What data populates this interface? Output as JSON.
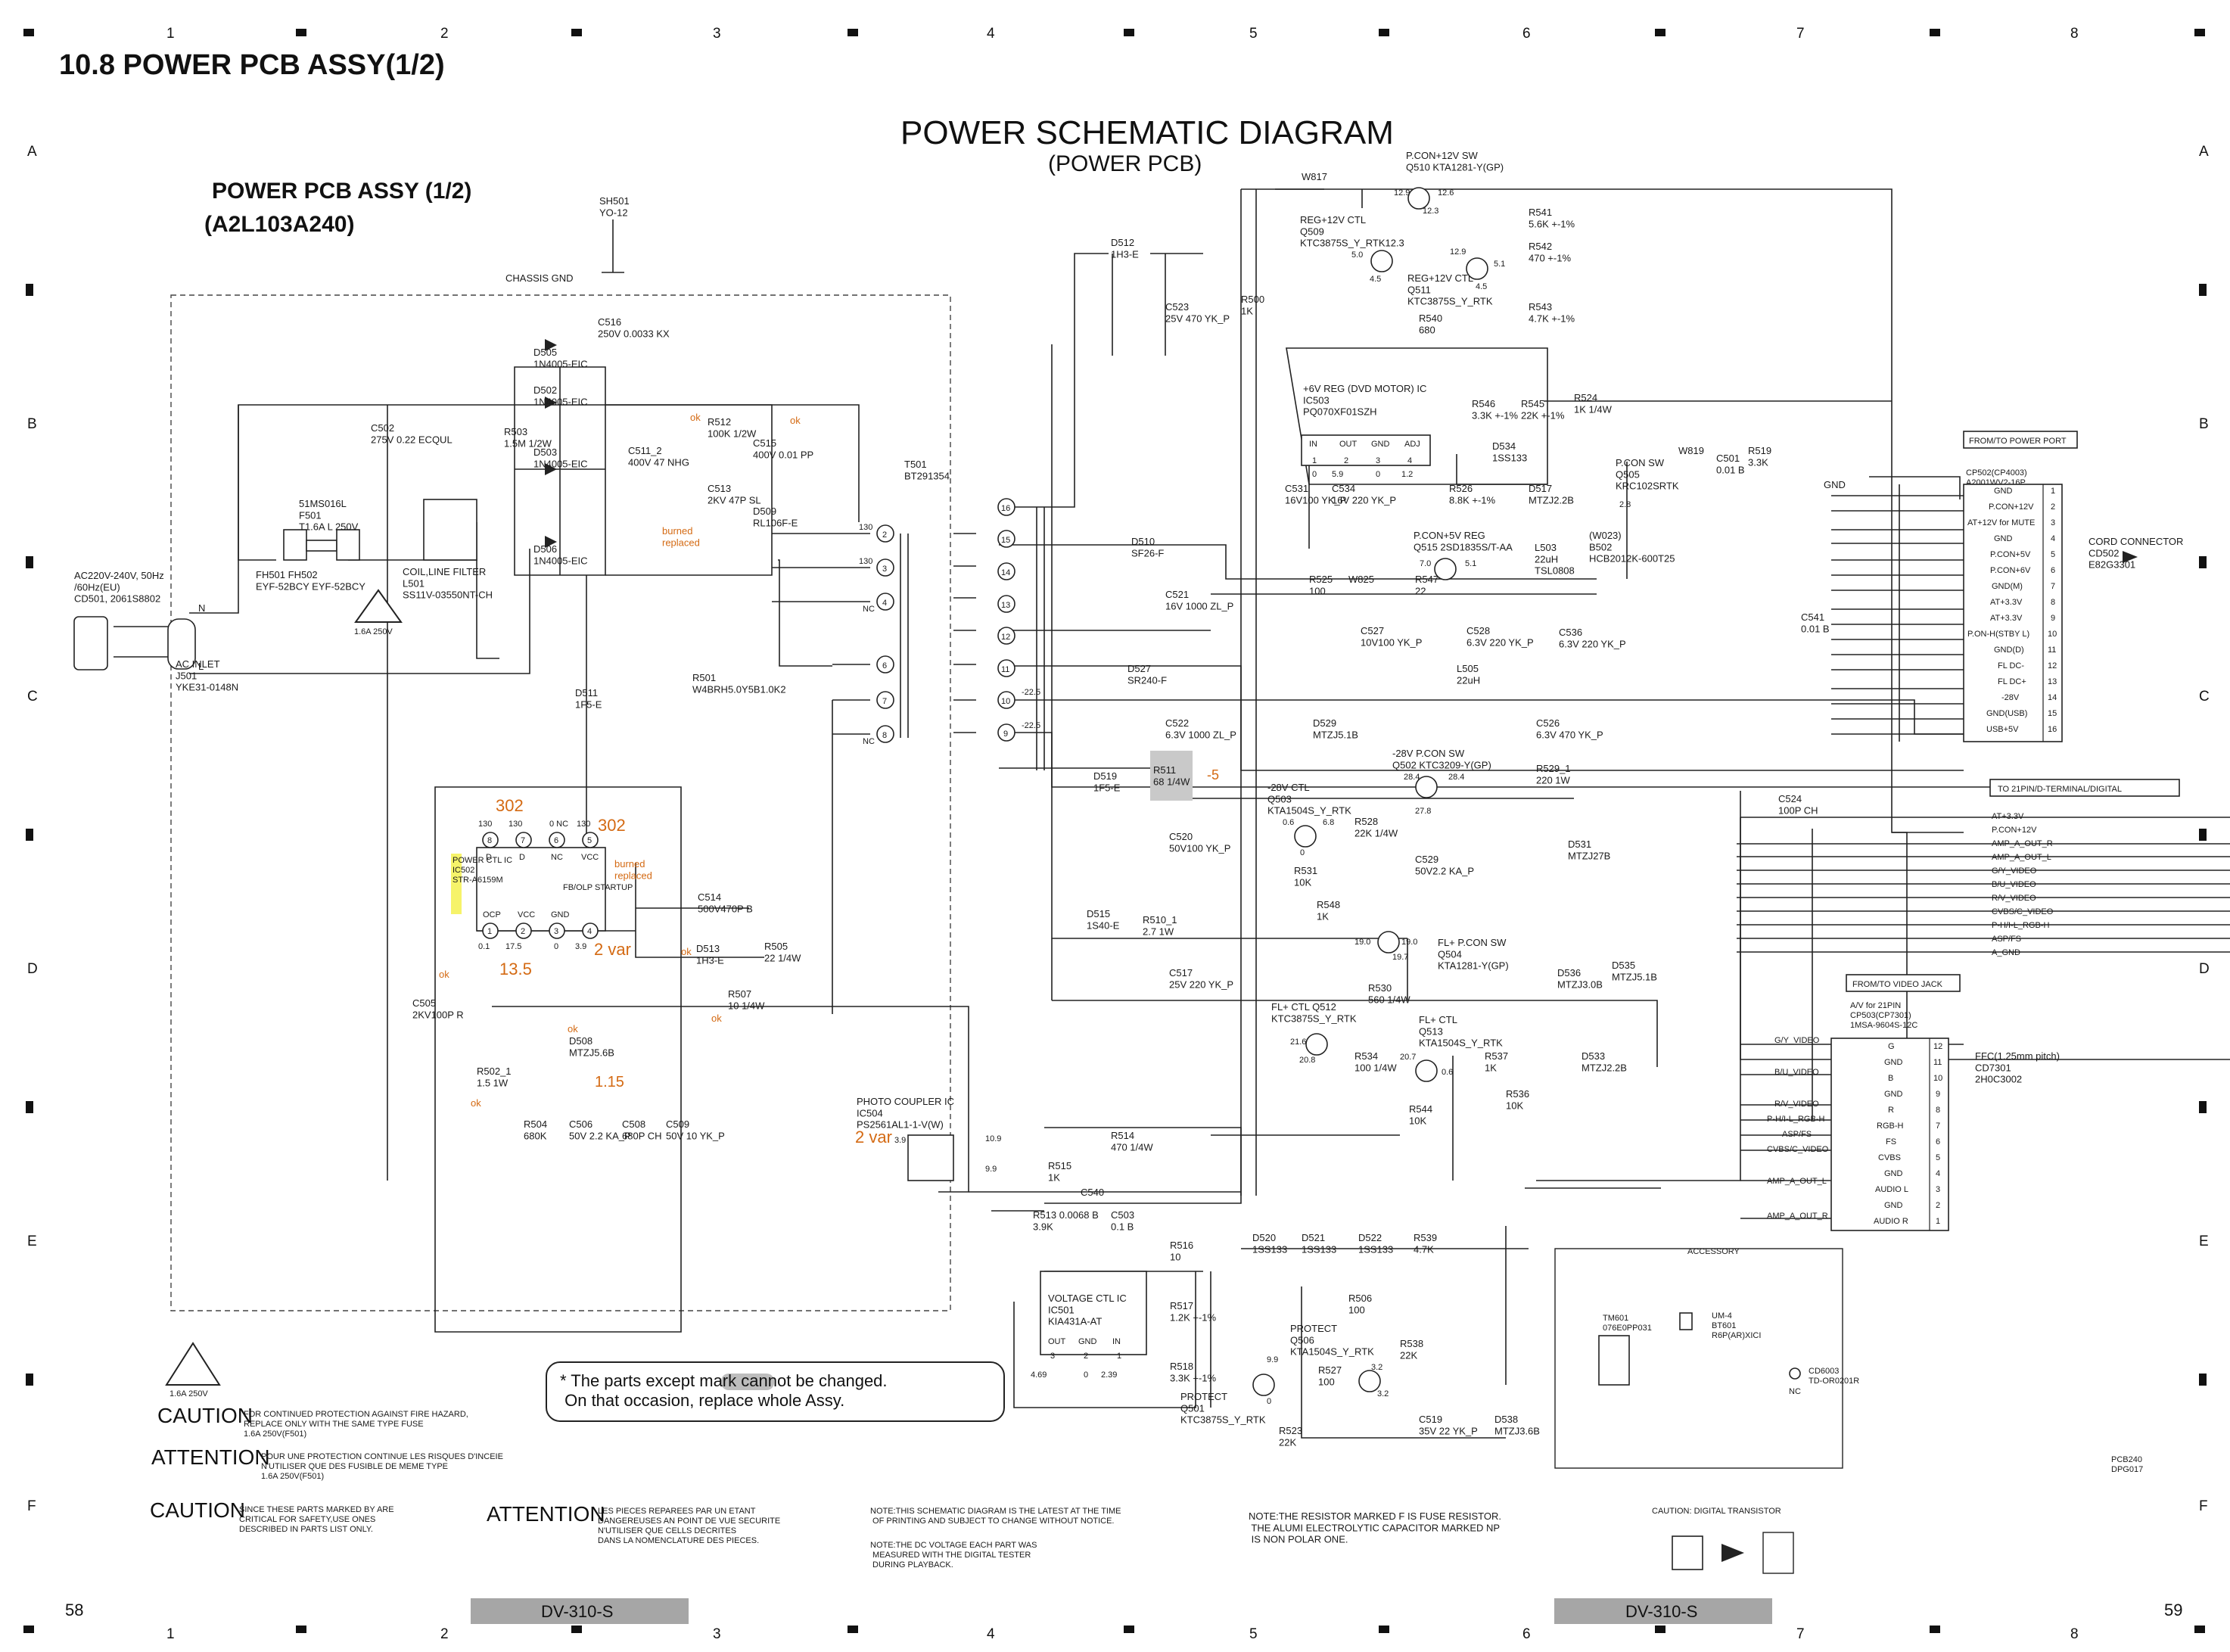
{
  "header": {
    "section_title": "10.8  POWER PCB ASSY(1/2)",
    "diagram_title": "POWER SCHEMATIC DIAGRAM",
    "diagram_subtitle": "(POWER PCB)",
    "assy_title": "POWER PCB ASSY (1/2)",
    "assy_code": "(A2L103A240)"
  },
  "grid": {
    "columns": [
      "1",
      "2",
      "3",
      "4",
      "5",
      "6",
      "7",
      "8"
    ],
    "rows": [
      "A",
      "B",
      "C",
      "D",
      "E",
      "F"
    ]
  },
  "input_section": {
    "ac_spec": "AC220V-240V, 50Hz\n/60Hz(EU)\nCD501, 2061S8802",
    "ac_inlet": "AC INLET\nJ501\nYKE31-0148N",
    "fuse_spec": "51MS016L\nF501\nT1.6A L 250V",
    "fuse_holders": "FH501  FH502\nEYF-52BCY EYF-52BCY",
    "fuse_warning": "1.6A 250V",
    "line_filter": "COIL,LINE FILTER\nL501\nSS11V-03550NT-CH",
    "chassis": "SH501\nYO-12",
    "chassis_gnd": "CHASSIS GND",
    "n_label": "N",
    "l_label": "L"
  },
  "bridge": {
    "diodes": [
      "D505\n1N4005-EIC",
      "D502\n1N4005-EIC",
      "D503\n1N4005-EIC",
      "D506\n1N4005-EIC"
    ],
    "c502": "C502\n275V 0.22  ECQUL",
    "c516": "C516\n250V 0.0033 KX",
    "r503": "R503\n1.5M 1/2W",
    "c511": "C511_2\n400V 47 NHG",
    "r512": "R512\n100K 1/2W",
    "c513": "C513\n2KV 47P SL",
    "c515": "C515\n400V 0.01 PP",
    "d509": "D509\nRL106F-E",
    "note_ok_1": "ok",
    "note_ok_2": "ok",
    "note_burned": "burned\nreplaced",
    "d511": "D511\n1F5-E",
    "r501": "R501\nW4BRH5.0Y5B1.0K2"
  },
  "transformer": {
    "label": "T501\nBT291354",
    "primary_pins": [
      "2",
      "3",
      "4",
      "6",
      "7",
      "8"
    ],
    "primary_volts": [
      "130",
      "130",
      "NC",
      "",
      "",
      "NC"
    ],
    "secondary_pins": [
      "16",
      "15",
      "14",
      "13",
      "12",
      "11",
      "10",
      "9"
    ],
    "secondary_volts": [
      "",
      "",
      "",
      "",
      "",
      "",
      "-22.5",
      "-22.5"
    ]
  },
  "pwm_ic": {
    "label": "POWER CTL IC\nIC502\nSTR-A6159M",
    "pins_top": [
      "8",
      "7",
      "6",
      "5"
    ],
    "pins_top_names": [
      "D",
      "D",
      "NC",
      "VCC"
    ],
    "pins_top_volts": [
      "130",
      "130",
      "0 NC",
      "130"
    ],
    "pins_bottom": [
      "1",
      "2",
      "3",
      "4"
    ],
    "pins_bottom_names": [
      "OCP",
      "VCC",
      "GND",
      "FB/OLP STARTUP"
    ],
    "pins_bottom_volts": [
      "0.1",
      "17.5",
      "0",
      "3.9"
    ],
    "annot_302a": "302",
    "annot_302b": "302",
    "annot_13_5": "13.5",
    "annot_2var": "2 var",
    "annot_burned": "burned\nreplaced",
    "c514": "C514\n500V470P B",
    "d513": "D513\n1H3-E",
    "r505": "R505\n22 1/4W",
    "r507": "R507\n10 1/4W",
    "c505": "C505\n2KV100P R",
    "r502": "R502_1\n1.5  1W",
    "d508": "D508\nMTZJ5.6B",
    "d508_val": "1.15",
    "r504": "R504\n680K",
    "c506": "C506\n50V 2.2 KA_P",
    "c508": "C508\n680P CH",
    "c509": "C509\n50V 10 YK_P",
    "ok_a": "ok",
    "ok_b": "ok",
    "ok_c": "ok",
    "ok_d": "ok",
    "ok_e": "ok"
  },
  "photocoupler": {
    "label": "PHOTO COUPLER IC\nIC504\nPS2561AL1-1-V(W)",
    "v1": "3.9",
    "v2": "10.9",
    "v3": "9.9",
    "annot": "2 var",
    "r514": "R514\n470 1/4W",
    "r515": "R515\n1K",
    "r513": "R513  0.0068 B\n3.9K",
    "c540": "C540",
    "c503": "C503\n0.1 B"
  },
  "regulator": {
    "label": "VOLTAGE CTL IC\nIC501\nKIA431A-AT",
    "pins": [
      "OUT",
      "GND",
      "IN"
    ],
    "nums": [
      "3",
      "2",
      "1"
    ],
    "volts": [
      "4.69",
      "0",
      "2.39"
    ],
    "r516": "R516\n10",
    "r517": "R517\n1.2K +-1%",
    "r518": "R518\n3.3K +-1%"
  },
  "secondary": {
    "d512": "D512\n1H3-E",
    "c523": "C523\n25V 470 YK_P",
    "r500": "R500\n1K",
    "w817": "W817",
    "q510": "P.CON+12V SW\nQ510  KTA1281-Y(GP)",
    "q510_v": [
      "12.9",
      "12.6",
      "12.3"
    ],
    "q509": "REG+12V CTL\nQ509\nKTC3875S_Y_RTK12.3",
    "q509_v": [
      "5.0",
      "4.5"
    ],
    "q511": "REG+12V CTL\nQ511\nKTC3875S_Y_RTK",
    "q511_v": [
      "12.9",
      "5.1",
      "4.5"
    ],
    "r540": "R540\n680",
    "r541": "R541\n5.6K +-1%",
    "r542": "R542\n470 +-1%",
    "r543": "R543\n4.7K +-1%",
    "ic503": "+6V REG (DVD MOTOR) IC\nIC503\nPQ070XF01SZH",
    "ic503_pins": [
      "IN",
      "OUT",
      "GND",
      "ADJ"
    ],
    "ic503_nums": [
      "1",
      "2",
      "3",
      "4"
    ],
    "ic503_v": [
      "0",
      "5.9",
      "0",
      "1.2"
    ],
    "c531": "C531\n16V100 YK_P",
    "c534": "C534\n16V 220 YK_P",
    "r546": "R546\n3.3K +-1%",
    "r545": "R545\n22K +-1%",
    "r524": "R524\n1K 1/4W",
    "d534": "D534\n1SS133",
    "r526": "R526\n8.8K +-1%",
    "d517": "D517\nMTZJ2.2B",
    "q505": "P.CON SW\nQ505\nKRC102SRTK",
    "q505_v": "2.8",
    "d510": "D510\nSF26-F",
    "c521": "C521\n16V 1000 ZL_P",
    "q515": "P.CON+5V REG\nQ515  2SD1835S/T-AA",
    "q515_v": [
      "7.0",
      "5.1"
    ],
    "r525": "R525\n100",
    "w825": "W825",
    "r547": "R547\n22",
    "c527": "C527\n10V100 YK_P",
    "c528": "C528\n6.3V 220 YK_P",
    "l503": "L503\n22uH\nTSL0808",
    "b502": "(W023)\nB502\nHCB2012K-600T25",
    "c536": "C536\n6.3V 220 YK_P",
    "c541": "C541\n0.01  B",
    "r519": "R519\n3.3K",
    "c501": "C501\n0.01 B",
    "w819": "W819",
    "d527": "D527\nSR240-F",
    "c522": "C522\n6.3V 1000 ZL_P",
    "d529": "D529\nMTZJ5.1B",
    "l505": "L505\n22uH",
    "c526": "C526\n6.3V 470 YK_P",
    "c524": "C524\n100P CH",
    "d519": "D519\n1F5-E",
    "r511": "R511\n68 1/4W",
    "r511_v": "-5",
    "q502": "-28V P.CON SW\nQ502  KTC3209-Y(GP)",
    "q502_v": [
      "28.4",
      "28.4",
      "27.8"
    ],
    "r529": "R529_1\n220 1W",
    "q503": "-28V CTL\nQ503\nKTA1504S_Y_RTK",
    "q503_v": [
      "0.6",
      "6.8",
      "0"
    ],
    "r528": "R528\n22K 1/4W",
    "r531": "R531\n10K",
    "c520": "C520\n50V100 YK_P",
    "c529": "C529\n50V2.2  KA_P",
    "d531": "D531\nMTZJ27B",
    "r548": "R548\n1K",
    "d515": "D515\n1S40-E",
    "r510": "R510_1\n2.7 1W",
    "c517": "C517\n25V 220 YK_P",
    "q504": "FL+ P.CON SW\nQ504\nKTA1281-Y(GP)",
    "q504_v": [
      "19.0",
      "19.0",
      "19.7"
    ],
    "r530": "R530\n560 1/4W",
    "d536": "D536\nMTZJ3.0B",
    "d535": "D535\nMTZJ5.1B",
    "q512": "FL+ CTL  Q512\nKTC3875S_Y_RTK",
    "q512_v": [
      "21.6",
      "20.8"
    ],
    "q513": "FL+ CTL\nQ513\nKTA1504S_Y_RTK",
    "q513_v": [
      "20.7",
      "0.6"
    ],
    "r534": "R534\n100 1/4W",
    "r537": "R537\n1K",
    "d533": "D533\nMTZJ2.2B",
    "r544": "R544\n10K",
    "r536": "R536\n10K",
    "d520": "D520\n1SS133",
    "d521": "D521\n1SS133",
    "d522": "D522\n1SS133",
    "r539": "R539\n4.7K",
    "r506": "R506\n100",
    "q506": "PROTECT\nQ506\nKTA1504S_Y_RTK",
    "q506_v": [
      "3.2",
      "3.2"
    ],
    "r538": "R538\n22K",
    "r527": "R527\n100",
    "q501": "PROTECT\nQ501\nKTC3875S_Y_RTK",
    "q501_v": [
      "9.9",
      "0"
    ],
    "r523": "R523\n22K",
    "c519": "C519\n35V 22 YK_P",
    "d538": "D538\nMTZJ3.6B"
  },
  "power_port": {
    "title": "FROM/TO POWER PORT",
    "connector": "CP502(CP4003)\nA2001WV2-16P",
    "signals": [
      "GND",
      "P.CON+12V",
      "AT+12V for MUTE",
      "GND",
      "P.CON+5V",
      "P.CON+6V",
      "GND(M)",
      "AT+3.3V",
      "AT+3.3V",
      "P.ON-H(STBY L)",
      "GND(D)",
      "FL DC-",
      "FL DC+",
      "-28V",
      "GND(USB)",
      "USB+5V"
    ],
    "pins": [
      "1",
      "2",
      "3",
      "4",
      "5",
      "6",
      "7",
      "8",
      "9",
      "10",
      "11",
      "12",
      "13",
      "14",
      "15",
      "16"
    ],
    "gnd_label": "GND",
    "cord": "CORD CONNECTOR\nCD502\nE82G3301"
  },
  "terminal": {
    "title": "TO 21PIN/D-TERMINAL/DIGITAL",
    "signals": [
      "AT+3.3V",
      "P.CON+12V",
      "AMP_A_OUT_R",
      "AMP_A_OUT_L",
      "G/Y_VIDEO",
      "B/U_VIDEO",
      "R/V_VIDEO",
      "CVBS/C_VIDEO",
      "P-H/I-L_RGB-H",
      "ASP/FS",
      "A_GND"
    ]
  },
  "video_jack": {
    "title": "FROM/TO VIDEO JACK",
    "connector": "A/V for 21PIN\nCP503(CP7301)\n1MSA-9604S-12C",
    "pins": [
      "12",
      "11",
      "10",
      "9",
      "8",
      "7",
      "6",
      "5",
      "4",
      "3",
      "2",
      "1"
    ],
    "names": [
      "G",
      "GND",
      "B",
      "GND",
      "R",
      "RGB-H",
      "FS",
      "CVBS",
      "GND",
      "AUDIO L",
      "GND",
      "AUDIO R"
    ],
    "left_signals": [
      "G/Y_VIDEO",
      "B/U_VIDEO",
      "R/V_VIDEO",
      "P-H/I-L_RGB-H",
      "ASP/FS",
      "CVBS/C_VIDEO",
      "AMP_A_OUT_L",
      "AMP_A_OUT_R"
    ],
    "ffc": "FFC(1.25mm pitch)\nCD7301\n2H0C3002"
  },
  "accessory": {
    "title": "ACCESSORY",
    "tm601": "TM601\n076E0PP031",
    "um4": "UM-4\nBT601\nR6P(AR)XICI",
    "cd6003": "CD6003\nTD-OR0201R",
    "nc": "NC"
  },
  "notes": {
    "parts_note": "* The parts except            mark cannot be changed.\n   On that occasion, replace whole Assy.",
    "fuse_warn": "1.6A 250V",
    "caution_1_head": "CAUTION",
    "caution_1_text": "FOR CONTINUED PROTECTION AGAINST FIRE HAZARD,\nREPLACE ONLY WITH THE SAME TYPE FUSE\n1.6A 250V(F501)",
    "attention_1_head": "ATTENTION",
    "attention_1_text": "POUR UNE PROTECTION CONTINUE LES RISQUES D'INCEIE\nN'UTILISER QUE DES FUSIBLE DE MEME TYPE\n1.6A 250V(F501)",
    "caution_2_head": "CAUTION",
    "caution_2_text": "SINCE THESE PARTS MARKED BY     ARE\nCRITICAL FOR SAFETY,USE ONES\nDESCRIBED IN PARTS LIST ONLY.",
    "attention_2_head": "ATTENTION",
    "attention_2_text": "LES PIECES REPAREES PAR UN     ETANT\nDANGEREUSES AN POINT DE VUE SECURITE\nN'UTILISER QUE CELLS DECRITES\nDANS LA NOMENCLATURE DES PIECES.",
    "note_1": "NOTE:THIS SCHEMATIC DIAGRAM IS THE LATEST AT THE TIME\n         OF PRINTING AND SUBJECT TO CHANGE WITHOUT NOTICE.",
    "note_2": "NOTE:THE DC VOLTAGE EACH PART WAS\n         MEASURED WITH THE DIGITAL TESTER\n         DURING PLAYBACK.",
    "note_3": "NOTE:THE RESISTOR MARKED F IS FUSE RESISTOR.\n         THE ALUMI ELECTROLYTIC CAPACITOR MARKED NP\n         IS NON POLAR ONE.",
    "caution_digital": "CAUTION: DIGITAL TRANSISTOR",
    "pcb_code": "PCB240\nDPG017"
  },
  "footer": {
    "page_left": "58",
    "page_right": "59",
    "model_left": "DV-310-S",
    "model_right": "DV-310-S"
  }
}
